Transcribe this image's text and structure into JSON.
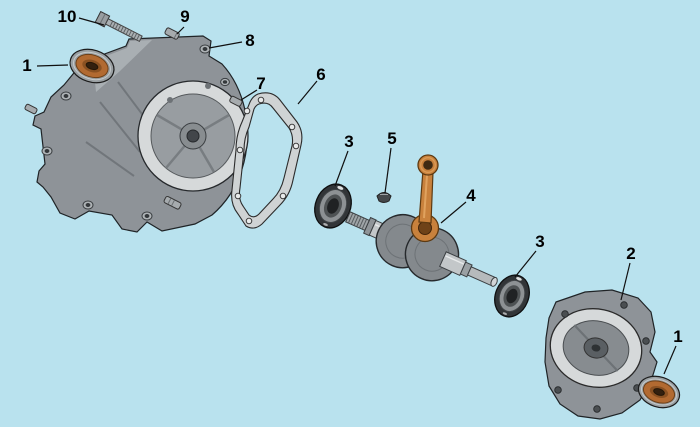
{
  "diagram": {
    "type": "exploded-parts-diagram",
    "background_color": "#b9e2ee",
    "line_color": "#101010",
    "labels": [
      {
        "id": "10",
        "text": "10"
      },
      {
        "id": "9",
        "text": "9"
      },
      {
        "id": "8",
        "text": "8"
      },
      {
        "id": "1-left",
        "text": "1"
      },
      {
        "id": "7",
        "text": "7"
      },
      {
        "id": "6",
        "text": "6"
      },
      {
        "id": "3-left",
        "text": "3"
      },
      {
        "id": "5",
        "text": "5"
      },
      {
        "id": "4",
        "text": "4"
      },
      {
        "id": "3-right",
        "text": "3"
      },
      {
        "id": "2",
        "text": "2"
      },
      {
        "id": "1-right",
        "text": "1"
      }
    ],
    "colors": {
      "case_gray": "#8e9398",
      "case_face_light": "#d6d9da",
      "case_inner_gray": "#989da1",
      "bearing_outer": "#323538",
      "bearing_race": "#8d9194",
      "seal_ring_gray": "#9aa0a3",
      "seal_rust": "#b26a31",
      "rod_orange": "#c8813c",
      "shaft_silver": "#c3c7c9"
    }
  }
}
